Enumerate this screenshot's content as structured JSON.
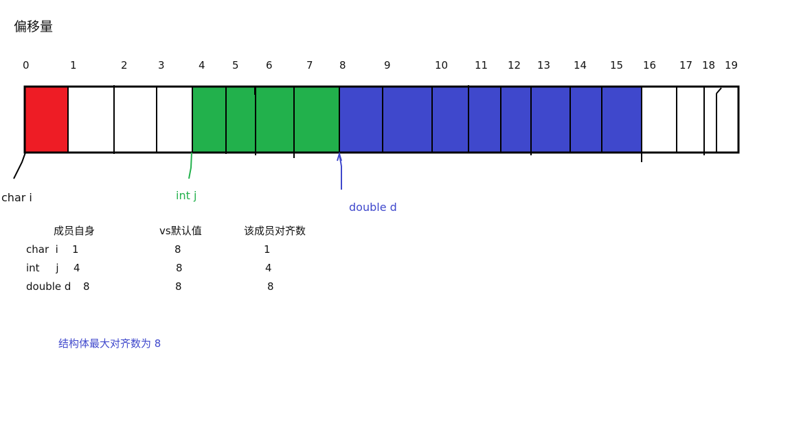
{
  "title": "偏移量",
  "offsets": [
    "0",
    "1",
    "2",
    "3",
    "4",
    "5",
    "6",
    "7",
    "8",
    "9",
    "10",
    "11",
    "12",
    "13",
    "14",
    "15",
    "16",
    "17",
    "18",
    "19"
  ],
  "colors": {
    "char": "#ee1c25",
    "int": "#22b14c",
    "double": "#3f48cc",
    "empty": "#ffffff",
    "line": "#000000"
  },
  "labels": {
    "char": "char i",
    "int": "int j",
    "double": "double d"
  },
  "table": {
    "headers": [
      "成员自身",
      "vs默认值",
      "该成员对齐数"
    ],
    "rows": [
      {
        "member": "char  i",
        "self": "1",
        "vs": "8",
        "align": "1"
      },
      {
        "member": "int     j",
        "self": "4",
        "vs": "8",
        "align": "4"
      },
      {
        "member": "double d",
        "self": "8",
        "vs": "8",
        "align": "8"
      }
    ]
  },
  "note": "结构体最大对齐数为 8"
}
